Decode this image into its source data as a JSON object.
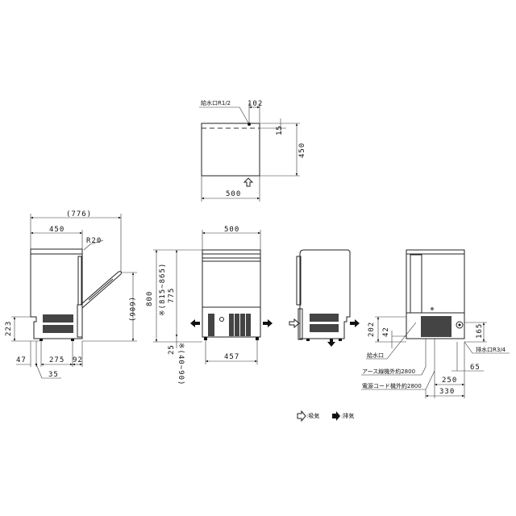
{
  "top_view": {
    "water_inlet_label": "給水口R1/2",
    "dim_inlet_offset": "102",
    "dim_depth_small": "15",
    "dim_depth": "450",
    "dim_width": "500"
  },
  "side_view": {
    "dim_overall_depth": "(776)",
    "dim_body_depth": "450",
    "dim_radius": "R20",
    "dim_door_height": "(606)",
    "dim_intake_height": "223",
    "dim_bottom_47": "47",
    "dim_bottom_275": "275",
    "dim_bottom_92": "92",
    "dim_bottom_35": "35"
  },
  "front_view": {
    "dim_width": "500",
    "dim_height_total": "800",
    "dim_height_adjustable": "※(815~865)",
    "dim_height_body": "775",
    "dim_leg": "25",
    "dim_leg_adjustable": "※(40~90)",
    "dim_leg_span": "457"
  },
  "rear_view": {
    "dim_202": "202",
    "dim_42": "42",
    "dim_165": "165",
    "water_inlet_label": "給水口",
    "drain_label": "排水口R3/4",
    "earth_wire_label": "アース線機外約2800",
    "power_cord_label": "電源コード機外約2800",
    "dim_65": "65",
    "dim_250": "250",
    "dim_330": "330"
  },
  "legend": {
    "intake_label": ":吸気",
    "exhaust_label": ":排気"
  }
}
